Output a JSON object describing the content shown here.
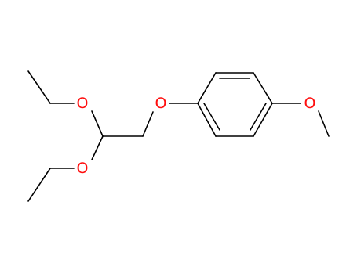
{
  "molecule": {
    "atoms": [
      {
        "id": "o_ether_top",
        "label": "O",
        "color": "#ff0d0d"
      },
      {
        "id": "o_ether_bottom",
        "label": "O",
        "color": "#ff0d0d"
      },
      {
        "id": "o_aryl",
        "label": "O",
        "color": "#ff0d0d"
      },
      {
        "id": "o_methoxy",
        "label": "O",
        "color": "#ff0d0d"
      }
    ],
    "bond_color": "#000000"
  }
}
